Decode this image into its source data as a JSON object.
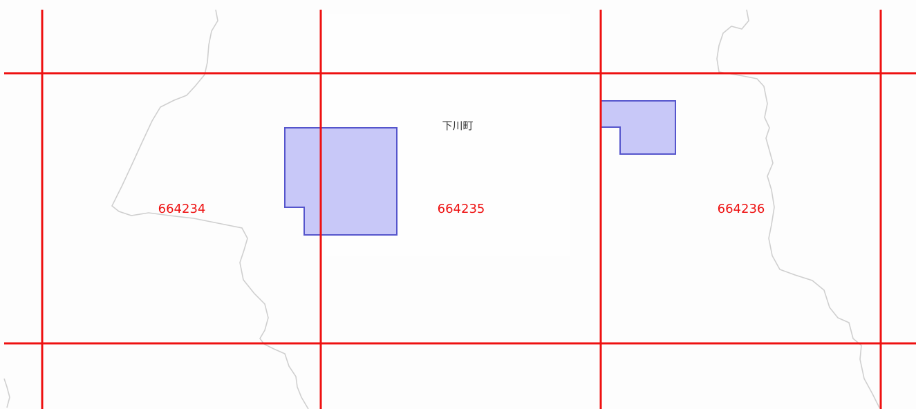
{
  "map": {
    "place_label": "下川町",
    "mesh_codes": [
      "664234",
      "664235",
      "664236"
    ],
    "colors": {
      "grid": "#ee1111",
      "mesh_code_text": "#ee1111",
      "polygon_fill": "#c8c8f8",
      "polygon_stroke": "#5555cc",
      "boundary": "#cfcfcf",
      "place_text": "#333333",
      "background": "#fdfdfd"
    }
  }
}
